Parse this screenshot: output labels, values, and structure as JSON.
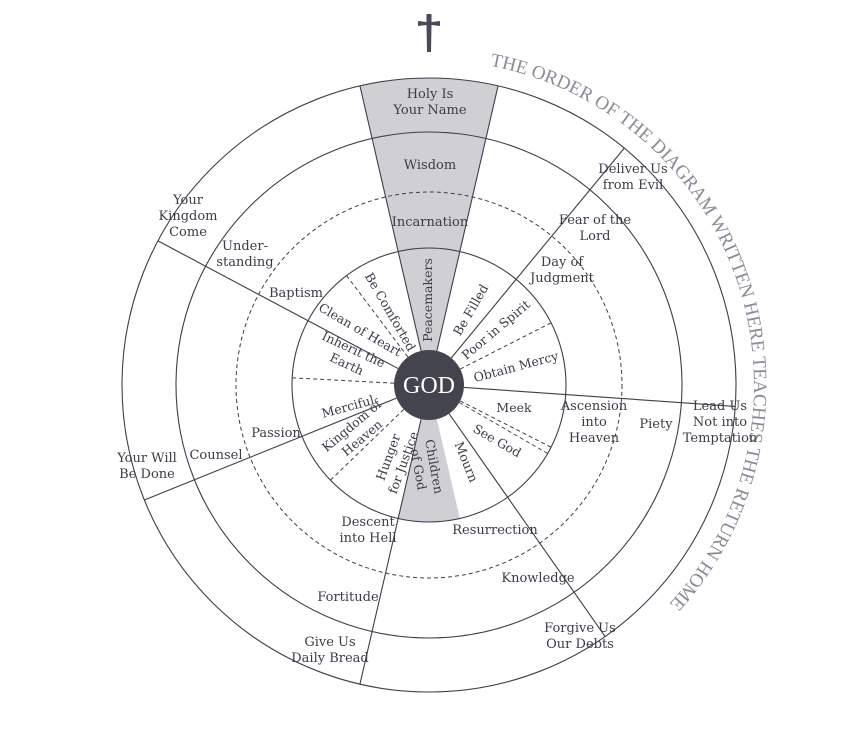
{
  "colors": {
    "ink": "#3e3e48",
    "shade": "#d0d0d4",
    "god_fill": "#44444f",
    "outer_text": "#8b8b93",
    "cross": "#4a4a56"
  },
  "outer_text": "THE ORDER OF THE DIAGRAM WRITTEN HERE TEACHES THE RETURN HOME",
  "cross_icon": "cross-icon",
  "center": "GOD",
  "petitions": [
    "Holy Is|Your Name",
    "Deliver Us|from Evil",
    "Lead Us|Not into|Temptation",
    "Forgive Us|Our Debts",
    "Give Us|Daily Bread",
    "Your Will|Be Done",
    "Your|Kingdom|Come"
  ],
  "gifts": [
    "Wisdom",
    "Fear of the|Lord",
    "Piety",
    "Knowledge",
    "Fortitude",
    "Counsel",
    "Under-|standing"
  ],
  "mysteries": [
    "Incarnation",
    "Day of|Judgment",
    "Ascension|into|Heaven",
    "Resurrection",
    "Descent|into Hell",
    "Passion",
    "Baptism"
  ],
  "beatitudes_inner": [
    "Peacemakers",
    "Be Filled",
    "Poor in Spirit",
    "Obtain Mercy",
    "Meek",
    "See God",
    "Mourn",
    "Children|of God",
    "Hunger|for Justice",
    "Kingdom of|Heaven",
    "Merciful",
    "Inherit the|Earth",
    "Clean of Heart",
    "Be Comforted"
  ]
}
